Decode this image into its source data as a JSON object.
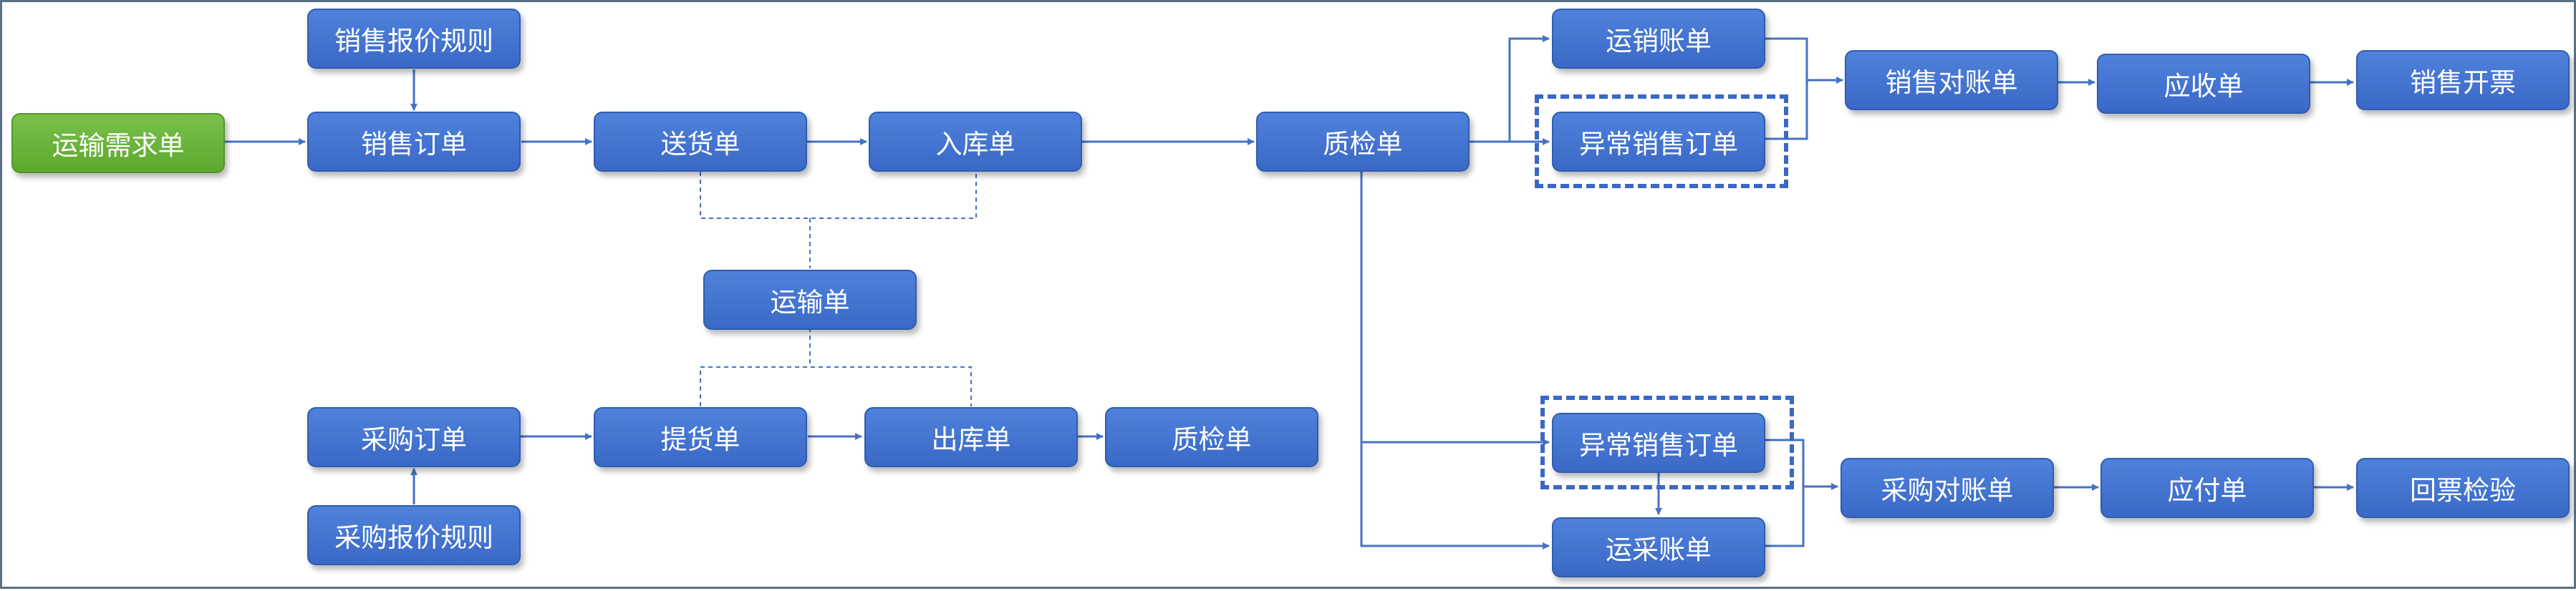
{
  "colors": {
    "node_fill": "#4472c4",
    "start_node_fill": "#70ad47",
    "edge": "#4472c4",
    "text": "#ffffff"
  },
  "nodes": {
    "transport_demand": "运输需求单",
    "sales_price_rule": "销售报价规则",
    "sales_order": "销售订单",
    "delivery_note": "送货单",
    "receipt_note": "入库单",
    "quality_check_top": "质检单",
    "shipping_bill": "运销账单",
    "abnormal_sales_order_top": "异常销售订单",
    "sales_reconciliation": "销售对账单",
    "receivable": "应收单",
    "sales_invoice": "销售开票",
    "transport_note": "运输单",
    "purchase_order": "采购订单",
    "pickup_note": "提货单",
    "outbound_note": "出库单",
    "quality_check_bottom": "质检单",
    "purchase_price_rule": "采购报价规则",
    "abnormal_sales_order_bottom": "异常销售订单",
    "purchase_shipping_bill": "运采账单",
    "purchase_reconciliation": "采购对账单",
    "payable": "应付单",
    "invoice_check": "回票检验"
  }
}
